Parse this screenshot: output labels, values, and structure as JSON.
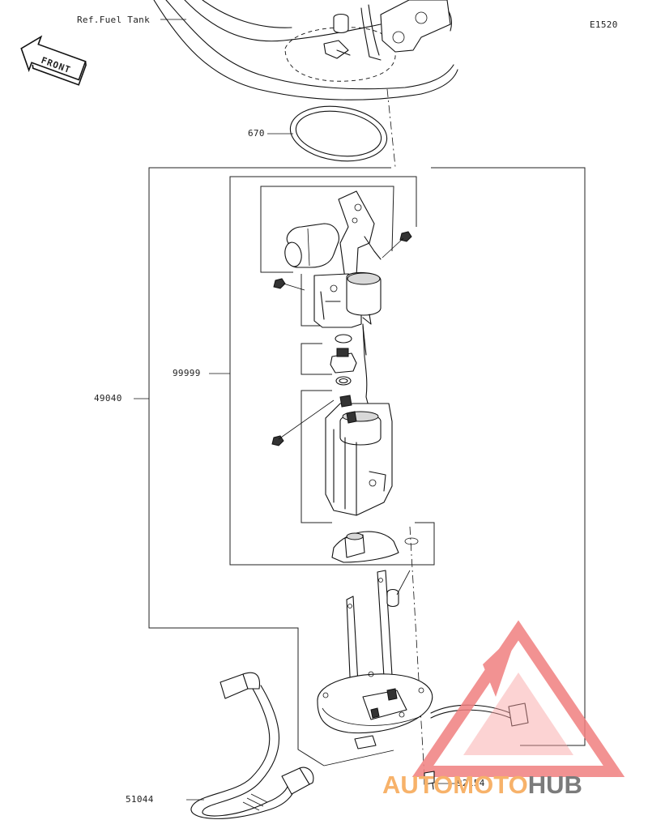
{
  "diagram": {
    "code": "E1520",
    "reference_label": "Ref.Fuel Tank",
    "front_badge": "FRONT",
    "callouts": [
      {
        "id": "670",
        "text": "670"
      },
      {
        "id": "99999",
        "text": "99999"
      },
      {
        "id": "49040",
        "text": "49040"
      },
      {
        "id": "51044",
        "text": "51044"
      },
      {
        "id": "92154",
        "text": "92154"
      }
    ]
  },
  "watermark": {
    "text_a": "AUTO",
    "text_b": "MOTO",
    "text_c": "HUB",
    "color_orange": "#f7b26a",
    "color_gray": "#7b7b7b",
    "color_red": "#f08080"
  }
}
